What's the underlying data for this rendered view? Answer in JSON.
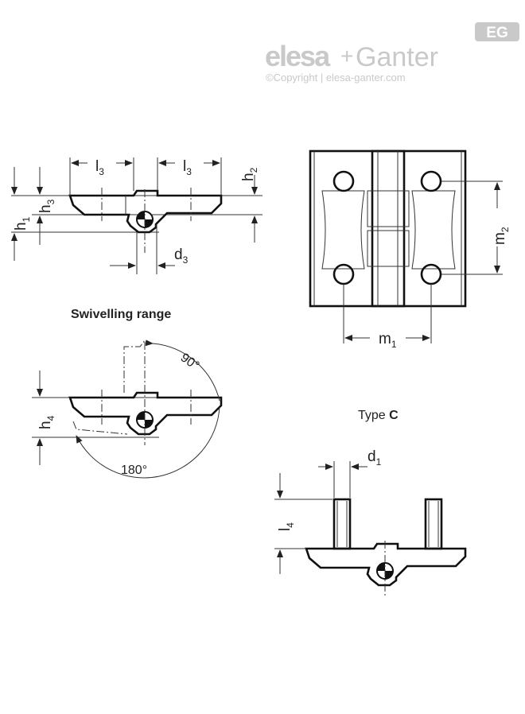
{
  "logo": {
    "brand_left": "elesa",
    "brand_plus": "+",
    "brand_right": "Ganter",
    "badge": "EG",
    "copyright": "©Copyright | elesa-ganter.com"
  },
  "side_view": {
    "l3_left": "l",
    "l3_left_sub": "3",
    "l3_right": "l",
    "l3_right_sub": "3",
    "h1": "h",
    "h1_sub": "1",
    "h3": "h",
    "h3_sub": "3",
    "h2": "h",
    "h2_sub": "2",
    "d3": "d",
    "d3_sub": "3"
  },
  "front_view": {
    "m1": "m",
    "m1_sub": "1",
    "m2": "m",
    "m2_sub": "2"
  },
  "swivel": {
    "title": "Swivelling range",
    "angle_90": "90°",
    "angle_180": "180°",
    "h4": "h",
    "h4_sub": "4"
  },
  "type_c": {
    "title_prefix": "Type ",
    "title_letter": "C",
    "d1": "d",
    "d1_sub": "1",
    "l4": "l",
    "l4_sub": "4"
  }
}
